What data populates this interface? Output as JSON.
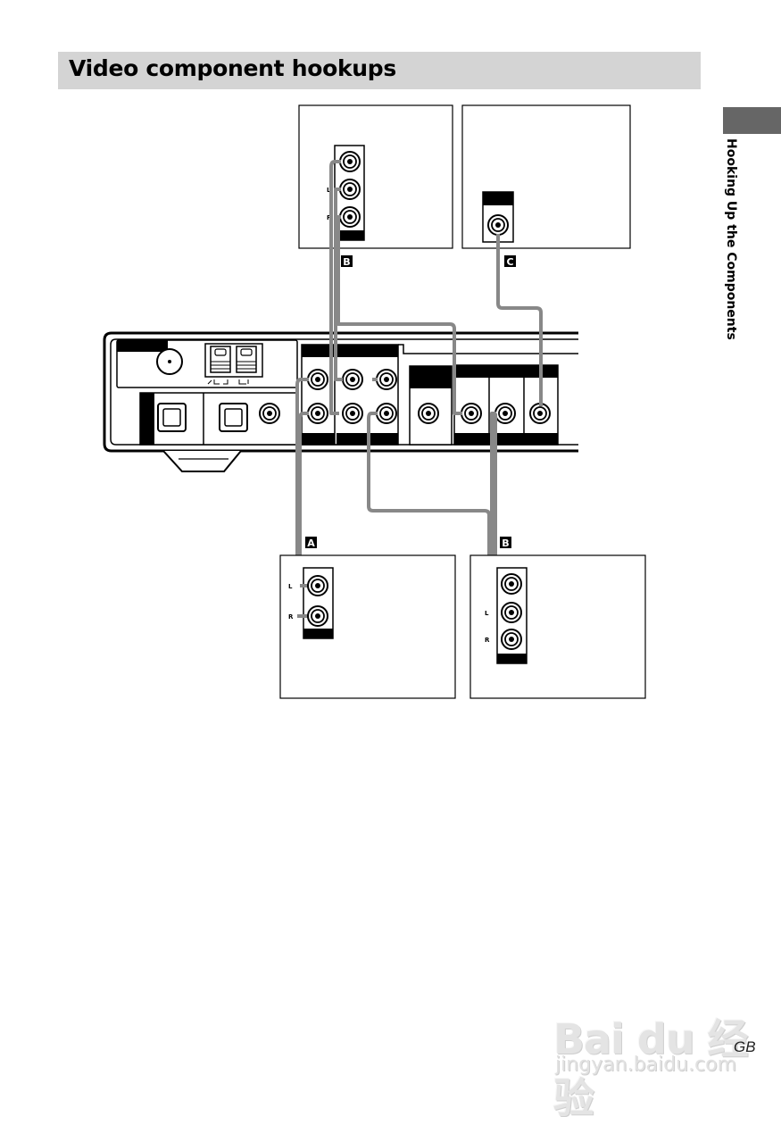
{
  "page": {
    "title": "Video component hookups",
    "side_tab": "Hooking Up the Components",
    "page_suffix": "GB"
  },
  "diagram": {
    "markers": {
      "a": "A",
      "b": "B",
      "c": "C"
    },
    "channel_labels": {
      "left": "L",
      "right": "R"
    }
  },
  "watermark": {
    "brand": "Bai du 经验",
    "url": "jingyan.baidu.com"
  },
  "colors": {
    "title_bg": "#d4d4d4",
    "tab_bg": "#666666",
    "cable": "#888888"
  }
}
